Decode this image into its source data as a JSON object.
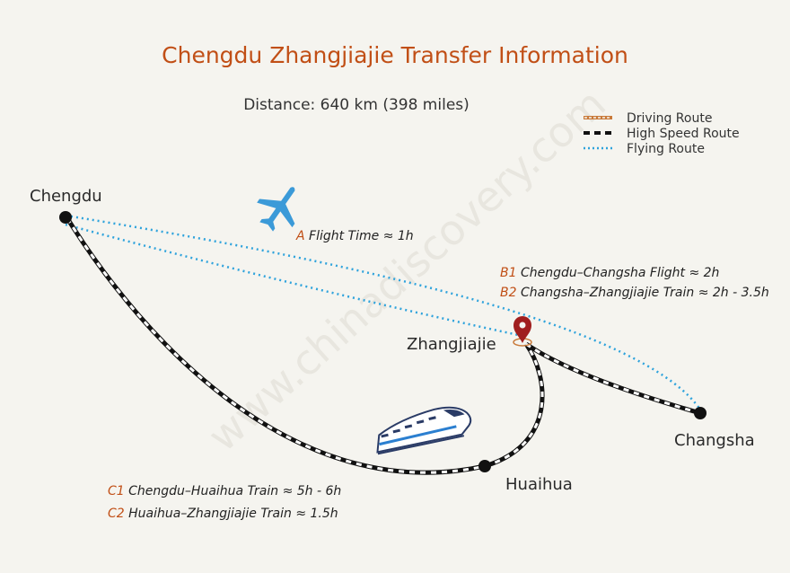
{
  "title": "Chengdu Zhangjiajie Transfer Information",
  "distance": "Distance: 640 km (398 miles)",
  "watermark": "www.chinadiscovery.com",
  "legend": [
    {
      "label": "Driving Route",
      "style": "driving"
    },
    {
      "label": "High Speed Route",
      "style": "high-speed"
    },
    {
      "label": "Flying Route",
      "style": "flying"
    }
  ],
  "cities": {
    "chengdu": "Chengdu",
    "zhangjiajie": "Zhangjiajie",
    "changsha": "Changsha",
    "huaihua": "Huaihua"
  },
  "notes": {
    "a": {
      "key": "A",
      "text": " Flight Time ≈ 1h"
    },
    "b1": {
      "key": "B1",
      "text": " Chengdu–Changsha Flight ≈ 2h"
    },
    "b2": {
      "key": "B2",
      "text": " Changsha–Zhangjiajie Train ≈ 2h - 3.5h"
    },
    "c1": {
      "key": "C1",
      "text": " Chengdu–Huaihua Train ≈ 5h - 6h"
    },
    "c2": {
      "key": "C2",
      "text": " Huaihua–Zhangjiajie Train ≈ 1.5h"
    }
  },
  "colors": {
    "title": "#c14f16",
    "flying": "#2fa3dc",
    "driving": "#c97a3a",
    "rail": "#111111",
    "pin": "#a01e1e",
    "plane": "#3b9ad8"
  },
  "icons": [
    "plane-icon",
    "train-icon",
    "location-pin-icon"
  ]
}
